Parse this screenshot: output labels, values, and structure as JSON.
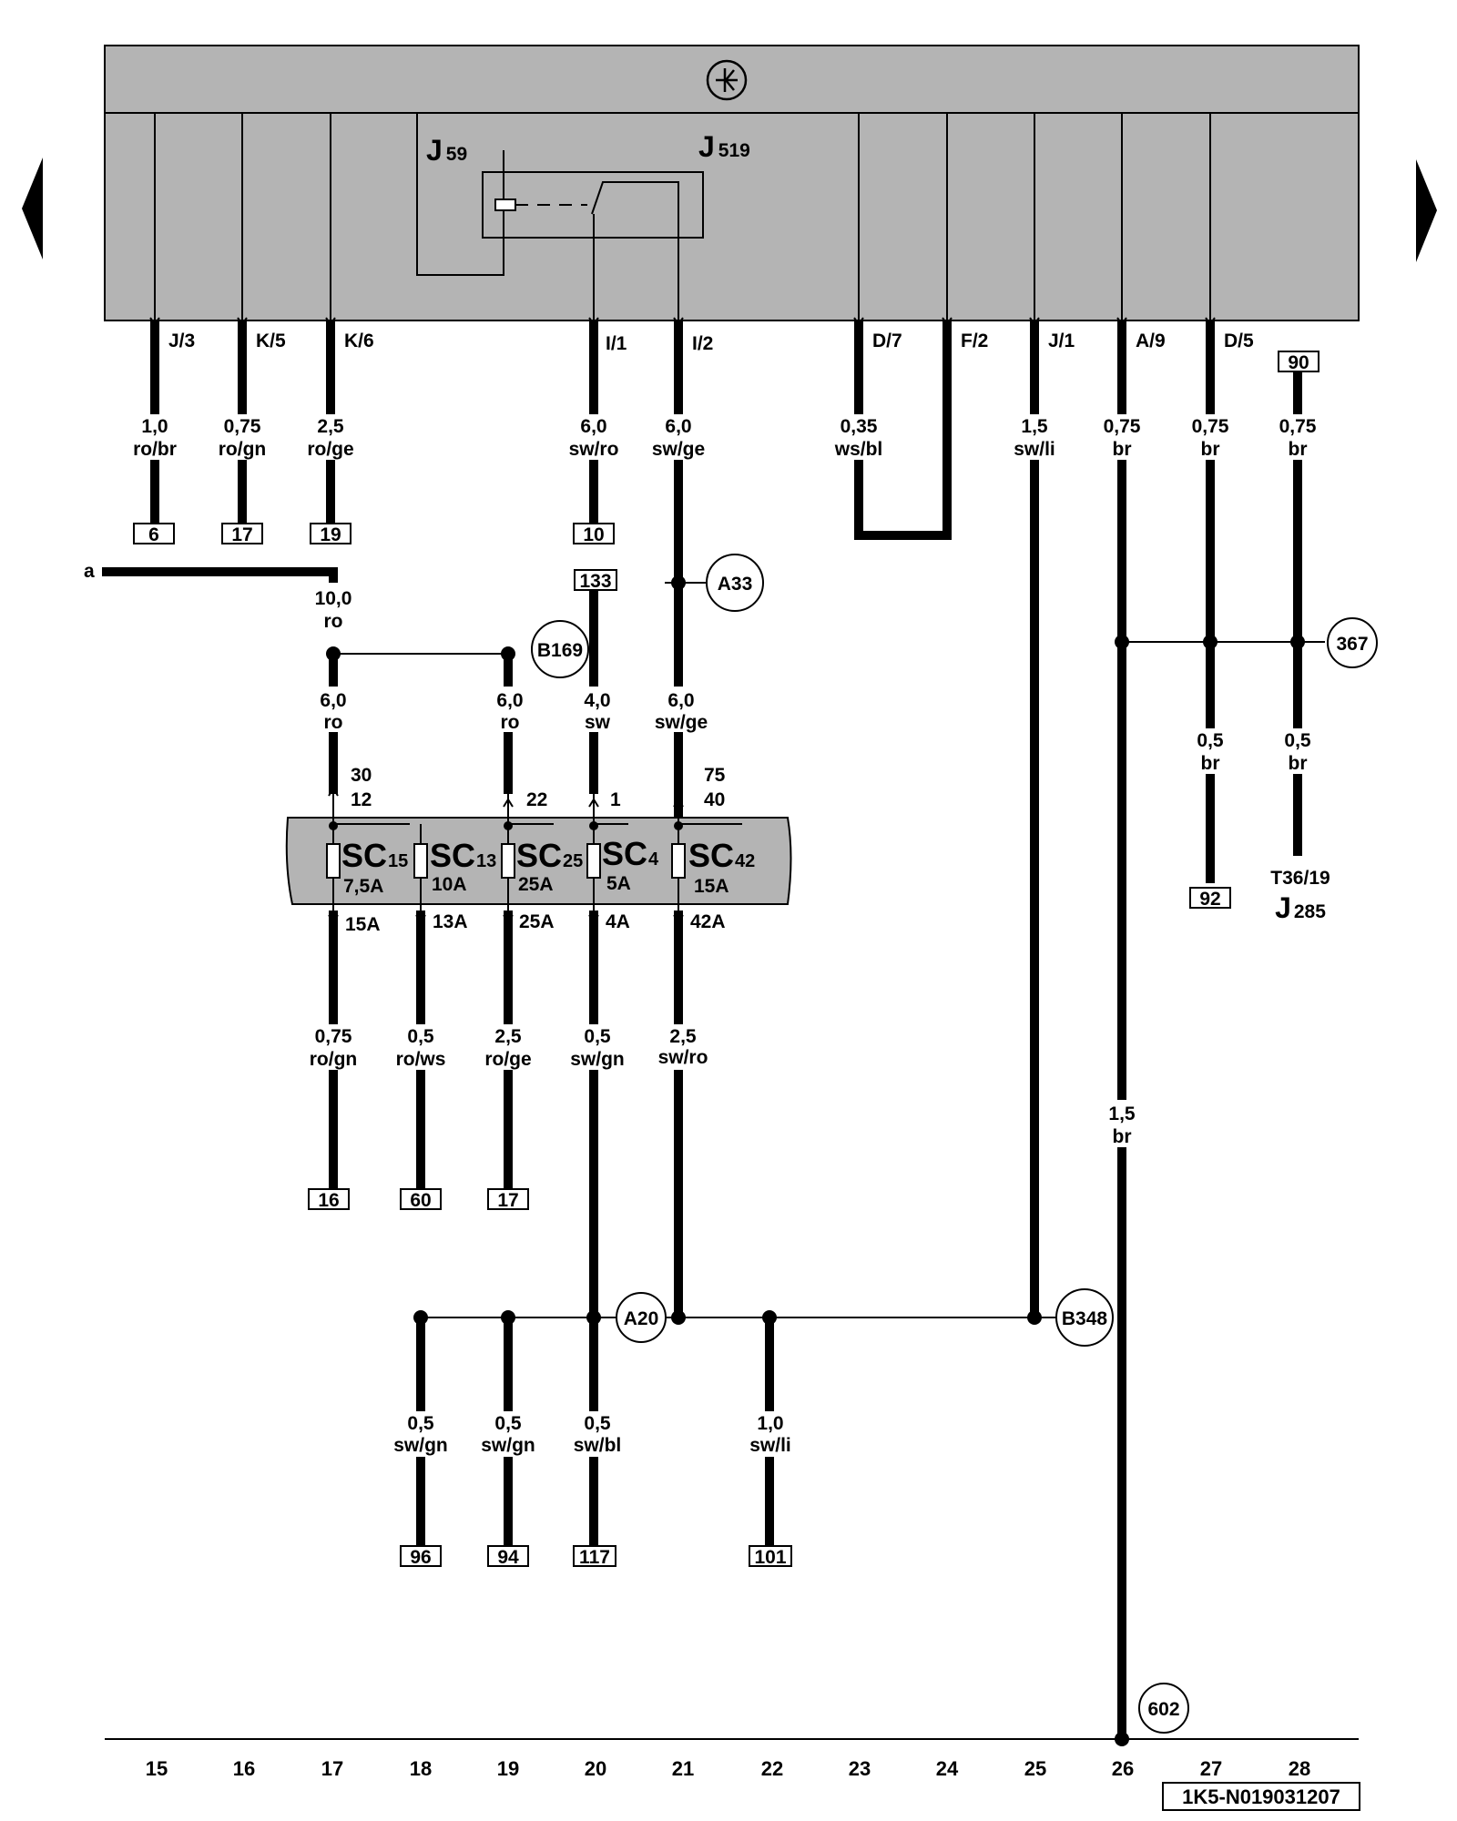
{
  "nav": {
    "prev_label": "",
    "next_label": ""
  },
  "header": {
    "relay_labels": [
      {
        "main": "J",
        "sub": "59"
      },
      {
        "main": "J",
        "sub": "519"
      }
    ]
  },
  "pins": [
    "J/3",
    "K/5",
    "K/6",
    "I/1",
    "I/2",
    "D/7",
    "F/2",
    "J/1",
    "A/9",
    "D/5"
  ],
  "wires": {
    "upper": [
      {
        "size": "1,0",
        "color": "ro/br"
      },
      {
        "size": "0,75",
        "color": "ro/gn"
      },
      {
        "size": "2,5",
        "color": "ro/ge"
      },
      {
        "size": "6,0",
        "color": "sw/ro"
      },
      {
        "size": "6,0",
        "color": "sw/ge"
      },
      {
        "size": "0,35",
        "color": "ws/bl"
      },
      {
        "size": "1,5",
        "color": "sw/li"
      },
      {
        "size": "0,75",
        "color": "br"
      },
      {
        "size": "0,75",
        "color": "br"
      },
      {
        "size": "0,75",
        "color": "br"
      }
    ],
    "feed_a": {
      "size": "10,0",
      "color": "ro"
    },
    "middle": [
      {
        "size": "6,0",
        "color": "ro"
      },
      {
        "size": "6,0",
        "color": "ro"
      },
      {
        "size": "4,0",
        "color": "sw"
      },
      {
        "size": "6,0",
        "color": "sw/ge"
      },
      {
        "size": "0,5",
        "color": "br"
      },
      {
        "size": "0,5",
        "color": "br"
      }
    ],
    "lower": [
      {
        "size": "0,75",
        "color": "ro/gn"
      },
      {
        "size": "0,5",
        "color": "ro/ws"
      },
      {
        "size": "2,5",
        "color": "ro/ge"
      },
      {
        "size": "0,5",
        "color": "sw/gn"
      },
      {
        "size": "2,5",
        "color": "sw/ro"
      }
    ],
    "ground_br": {
      "size": "1,5",
      "color": "br"
    },
    "bottom": [
      {
        "size": "0,5",
        "color": "sw/gn"
      },
      {
        "size": "0,5",
        "color": "sw/gn"
      },
      {
        "size": "0,5",
        "color": "sw/bl"
      },
      {
        "size": "1,0",
        "color": "sw/li"
      }
    ]
  },
  "refs": {
    "upper": [
      "6",
      "17",
      "19",
      "10",
      "90",
      "92"
    ],
    "mid": [
      "133"
    ],
    "lower": [
      "16",
      "60",
      "17"
    ],
    "bottom": [
      "96",
      "94",
      "117",
      "101"
    ]
  },
  "feed_label": "a",
  "connectors": [
    "A33",
    "B169",
    "367",
    "A20",
    "B348",
    "602"
  ],
  "terminals": [
    "30",
    "12",
    "22",
    "1",
    "75",
    "40"
  ],
  "fuses": [
    {
      "name": "SC",
      "num": "15",
      "rating": "7,5A",
      "out": "15A"
    },
    {
      "name": "SC",
      "num": "13",
      "rating": "10A",
      "out": "13A"
    },
    {
      "name": "SC",
      "num": "25",
      "rating": "25A",
      "out": "25A"
    },
    {
      "name": "SC",
      "num": "4",
      "rating": "5A",
      "out": "4A"
    },
    {
      "name": "SC",
      "num": "42",
      "rating": "15A",
      "out": "42A"
    }
  ],
  "plug": {
    "label": "T36/19",
    "comp_main": "J",
    "comp_sub": "285"
  },
  "columns": [
    "15",
    "16",
    "17",
    "18",
    "19",
    "20",
    "21",
    "22",
    "23",
    "24",
    "25",
    "26",
    "27",
    "28"
  ],
  "doc_number": "1K5-N019031207"
}
